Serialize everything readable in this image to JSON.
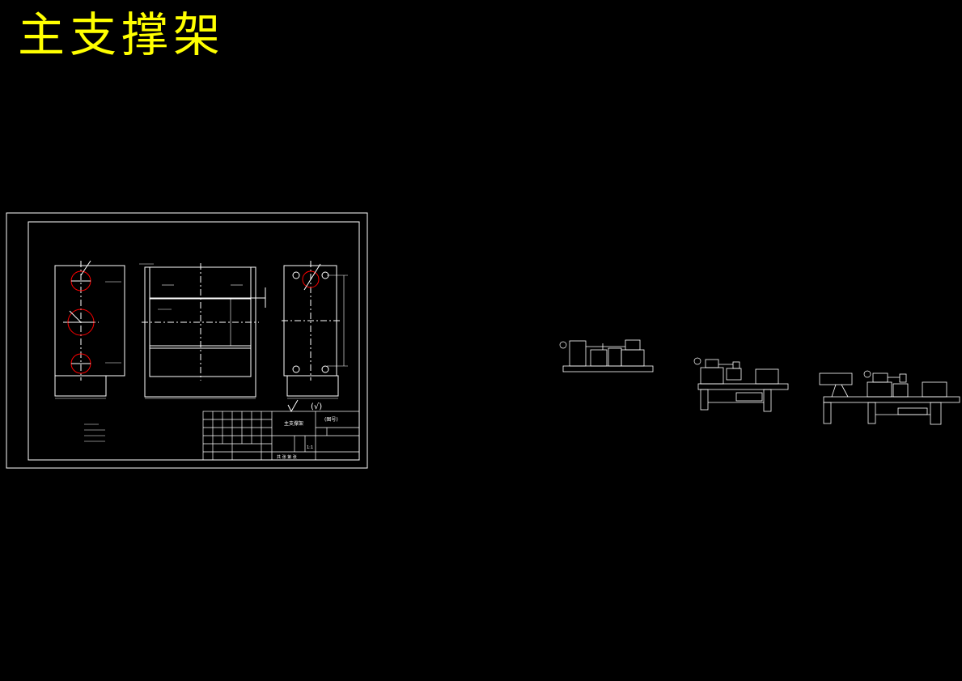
{
  "title": "主支撑架",
  "colors": {
    "background": "#000000",
    "title": "#ffff00",
    "line": "#ffffff",
    "circle": "#ff0000"
  },
  "drawing": {
    "surface_mark": "(√)",
    "title_block": {
      "part_name": "主支撑架",
      "material": "(图号)",
      "scale": "1:1",
      "sheet": "共 张 第 张"
    }
  }
}
